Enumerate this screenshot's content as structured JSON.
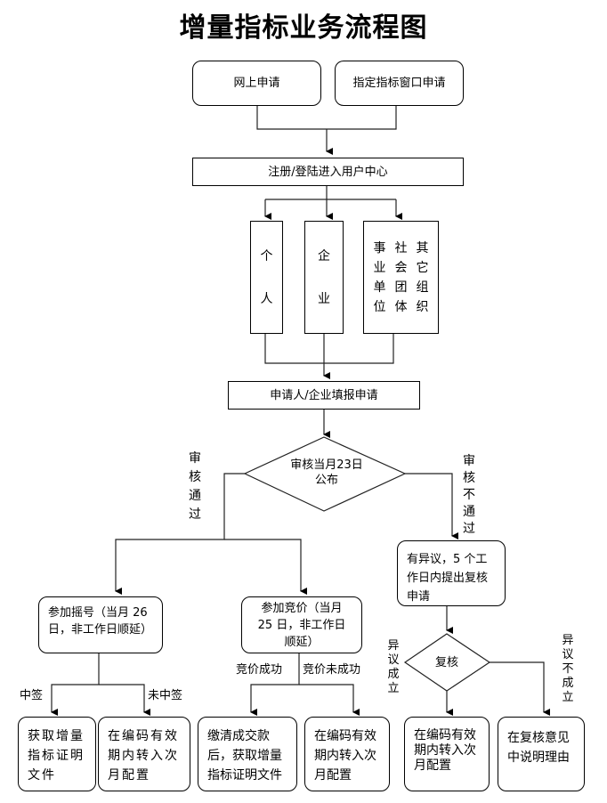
{
  "title": "增量指标业务流程图",
  "nodes": {
    "online_apply": "网上申请",
    "window_apply": "指定指标窗口申请",
    "register": "注册/登陆进入用户中心",
    "individual": "个人",
    "enterprise": "企业",
    "other_org": [
      "事业单位",
      "社会团体",
      "其它组织"
    ],
    "fill_apply": "申请人/企业填报申请",
    "review_decision": "审核当月23日公布",
    "lottery": "参加摇号（当月 26 日，非工作日顺延）",
    "bidding": "参加竞价（当月 25 日，非工作日顺延）",
    "objection": "有异议，5 个工作日内提出复核申请",
    "recheck": "复核",
    "get_cert_lottery": "获取增量指标证明文件",
    "transfer_lottery": "在编码有效期内转入次月配置",
    "pay_get_cert": "缴清成交款后，获取增量指标证明文件",
    "transfer_bidding": "在编码有效期内转入次月配置",
    "transfer_recheck": "在编码有效期内转入次月配置",
    "explain_reason": "在复核意见中说明理由"
  },
  "edge_labels": {
    "review_pass": "审核通过",
    "review_fail": "审核不通过",
    "won_lottery": "中签",
    "not_won_lottery": "未中签",
    "bid_success": "竞价成功",
    "bid_fail": "竞价未成功",
    "objection_upheld": "异议成立",
    "objection_rejected": "异议不成立"
  }
}
